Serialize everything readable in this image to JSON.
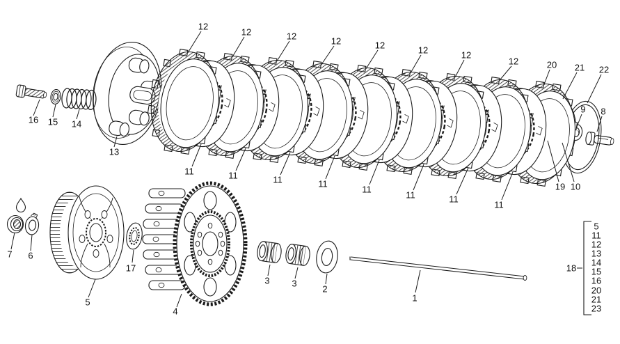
{
  "figure": {
    "background_color": "#ffffff",
    "line_color": "#1a1a1a"
  },
  "callouts": [
    {
      "text": "16"
    },
    {
      "text": "15"
    },
    {
      "text": "14"
    },
    {
      "text": "13"
    },
    {
      "text": "12"
    },
    {
      "text": "12"
    },
    {
      "text": "12"
    },
    {
      "text": "12"
    },
    {
      "text": "12"
    },
    {
      "text": "12"
    },
    {
      "text": "12"
    },
    {
      "text": "12"
    },
    {
      "text": "11"
    },
    {
      "text": "11"
    },
    {
      "text": "11"
    },
    {
      "text": "11"
    },
    {
      "text": "11"
    },
    {
      "text": "11"
    },
    {
      "text": "11"
    },
    {
      "text": "11"
    },
    {
      "text": "20"
    },
    {
      "text": "21"
    },
    {
      "text": "22"
    },
    {
      "text": "9"
    },
    {
      "text": "8"
    },
    {
      "text": "19"
    },
    {
      "text": "10"
    },
    {
      "text": "7"
    },
    {
      "text": "6"
    },
    {
      "text": "5"
    },
    {
      "text": "17"
    },
    {
      "text": "4"
    },
    {
      "text": "3"
    },
    {
      "text": "3"
    },
    {
      "text": "2"
    },
    {
      "text": "1"
    },
    {
      "text": "18"
    }
  ],
  "legend": {
    "label": "18",
    "items": [
      "5",
      "11",
      "12",
      "13",
      "14",
      "15",
      "16",
      "20",
      "21",
      "23"
    ]
  }
}
